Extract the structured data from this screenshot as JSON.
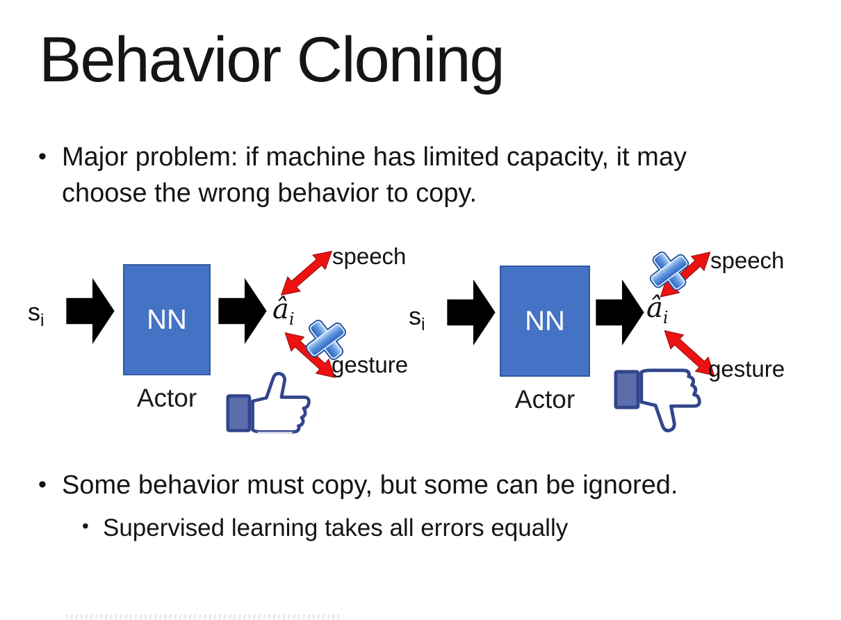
{
  "slide": {
    "title": "Behavior Cloning",
    "bullet_marker": "•",
    "bullet1": "Major problem: if machine has limited capacity, it may choose the wrong behavior to copy.",
    "bullet2": "Some behavior must copy, but some can be ignored.",
    "sub_bullet": "Supervised learning takes all errors equally"
  },
  "diagram": {
    "left": {
      "input": "s",
      "input_sub": "i",
      "box": "NN",
      "caption": "Actor",
      "output": "â",
      "output_sub": "i",
      "top_branch": "speech",
      "bottom_branch": "gesture",
      "rejected_branch": "gesture",
      "feedback_icon": "thumbs-up"
    },
    "right": {
      "input": "s",
      "input_sub": "i",
      "box": "NN",
      "caption": "Actor",
      "output": "â",
      "output_sub": "i",
      "top_branch": "speech",
      "bottom_branch": "gesture",
      "rejected_branch": "speech",
      "feedback_icon": "thumbs-down"
    },
    "colors": {
      "nn_fill": "#4472C4",
      "nn_border": "#33599F",
      "black_arrow": "#000000",
      "red_arrow": "#EE1111",
      "cross_blue": "#3D7DD8",
      "thumb_navy": "#32458C",
      "thumb_cuff": "#5B6DAB"
    }
  }
}
